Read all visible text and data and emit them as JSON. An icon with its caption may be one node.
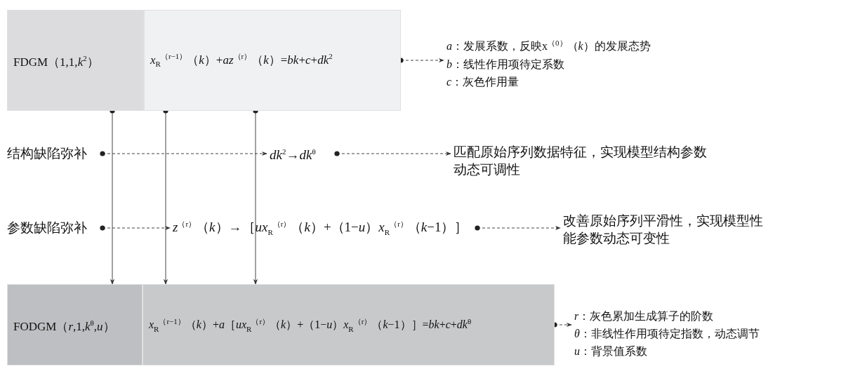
{
  "diagram": {
    "nodes": [
      {
        "text": [
          "FDGM（1,1,*k*$^{2}$）"
        ]
      },
      {
        "text": [
          "*x*$_{R}$$^{（r−1）}$（*k*）+*az*$^{（r）}$（*k*）=*bk*+*c*+*dk*$^{2}$"
        ]
      },
      {
        "text": [
          "*a*：发展系数，反映x$^{（0）}$（*k*）的发展态势",
          "*b*：线性作用项待定系数",
          "*c*：灰色作用量"
        ]
      },
      {
        "text": [
          "结构缺陷弥补"
        ]
      },
      {
        "text": [
          "*dk*$^{2}$→*dk*$^{θ}$"
        ]
      },
      {
        "text": [
          "匹配原始序列数据特征，实现模型结构参数动态可调性"
        ]
      },
      {
        "text": [
          "参数缺陷弥补"
        ]
      },
      {
        "text": [
          "*z*$^{（r）}$（*k*）→［*ux*$_{R}$$^{（r）}$（*k*）+（1−*u*）*x*$_{R}$$^{（r）}$（*k*−1）］"
        ]
      },
      {
        "text": [
          "改善原始序列平滑性，实现模型性能参数动态可变性"
        ]
      },
      {
        "text": [
          "FODGM（*r*,1,*k*$^{θ}$,*u*）"
        ]
      },
      {
        "text": [
          "*x*$_{R}$$^{（r−1）}$（*k*）+*a*［*ux*$_{R}$$^{（r）}$（*k*）+（1−*u*）*x*$_{R}$$^{（r）}$（*k*−1）］=*bk*+*c*+*dk*$^{θ}$"
        ]
      },
      {
        "text": [
          "*r*：灰色累加生成算子的阶数",
          "*θ*：非线性作用项待定指数，动态调节",
          "*u*：背景值系数"
        ]
      }
    ],
    "edges": [
      {
        "from": 1,
        "to": 2,
        "arrow": "to",
        "style": "dashed"
      },
      {
        "from": 3,
        "to": 4,
        "arrow": "to",
        "style": "dashed"
      },
      {
        "from": 4,
        "to": 5,
        "arrow": "to",
        "style": "dashed"
      },
      {
        "from": 6,
        "to": 7,
        "arrow": "to",
        "style": "dashed"
      },
      {
        "from": 7,
        "to": 8,
        "arrow": "to",
        "style": "dashed"
      },
      {
        "from": 10,
        "to": 11,
        "arrow": "to",
        "style": "dashed"
      },
      {
        "from": 0,
        "to": 9,
        "arrow": "to"
      },
      {
        "from": 1,
        "to": 10,
        "arrow": "to"
      },
      {
        "from": 1,
        "to": 10,
        "arrow": "to"
      }
    ]
  }
}
